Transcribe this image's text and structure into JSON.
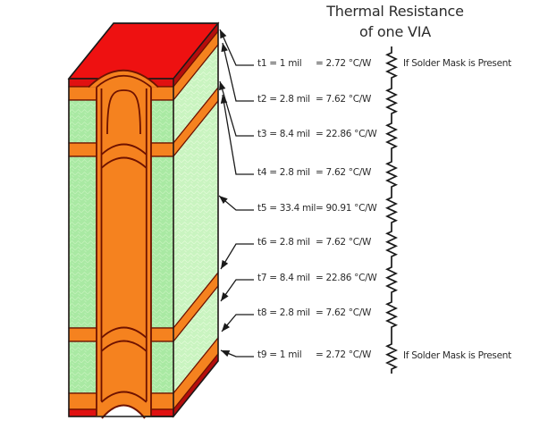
{
  "title": {
    "line1": "Thermal Resistance",
    "line2": "of one VIA"
  },
  "notes": {
    "solder_mask": "If Solder Mask is Present"
  },
  "layers": [
    {
      "name": "t1",
      "thickness": "1 mil",
      "resistance": "2.72 °C/W",
      "material": "solder-mask"
    },
    {
      "name": "t2",
      "thickness": "2.8 mil",
      "resistance": "7.62 °C/W",
      "material": "copper"
    },
    {
      "name": "t3",
      "thickness": "8.4 mil",
      "resistance": "22.86 °C/W",
      "material": "dielectric"
    },
    {
      "name": "t4",
      "thickness": "2.8 mil",
      "resistance": "7.62 °C/W",
      "material": "copper"
    },
    {
      "name": "t5",
      "thickness": "33.4 mil",
      "resistance": "90.91 °C/W",
      "material": "dielectric-core"
    },
    {
      "name": "t6",
      "thickness": "2.8 mil",
      "resistance": "7.62 °C/W",
      "material": "copper"
    },
    {
      "name": "t7",
      "thickness": "8.4 mil",
      "resistance": "22.86 °C/W",
      "material": "dielectric"
    },
    {
      "name": "t8",
      "thickness": "2.8 mil",
      "resistance": "7.62 °C/W",
      "material": "copper"
    },
    {
      "name": "t9",
      "thickness": "1 mil",
      "resistance": "2.72 °C/W",
      "material": "solder-mask"
    }
  ],
  "palette": {
    "red_top": "#ee1111",
    "red_front": "#e01111",
    "red_side": "#b50d0d",
    "copper": "#f5821f",
    "green_front": "#a9e9a3",
    "green_front_mark": "#c2f2ba",
    "green_side": "#c9f4c0",
    "green_side_mark": "#e0fad6",
    "outline_dark": "#6e1200",
    "edge_black": "#1a1a1a"
  }
}
